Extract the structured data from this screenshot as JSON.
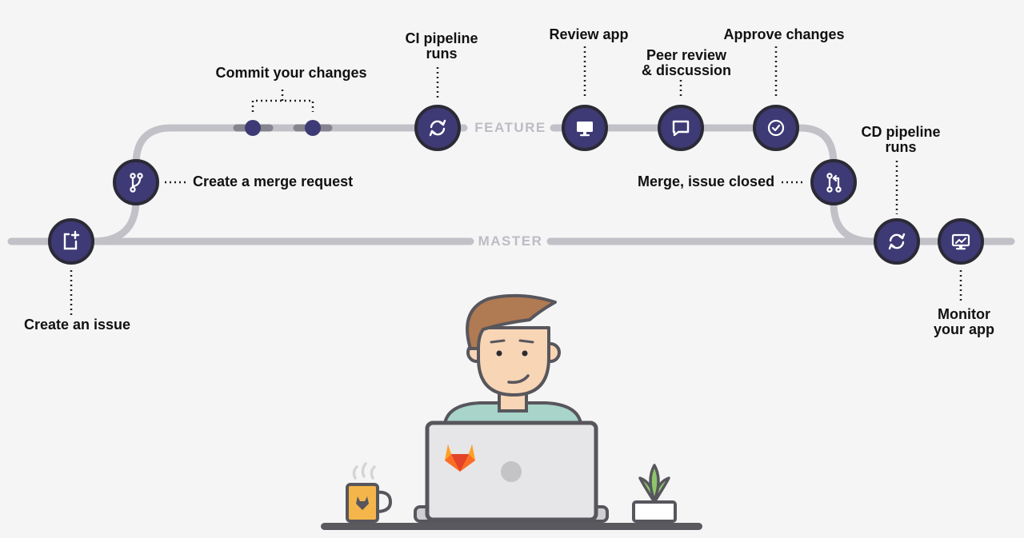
{
  "tracks": {
    "feature_label": "FEATURE",
    "master_label": "MASTER"
  },
  "steps": {
    "create_issue": "Create an issue",
    "create_mr": "Create a merge request",
    "commit_changes": "Commit your changes",
    "ci_pipeline": "CI pipeline\nruns",
    "review_app": "Review app",
    "peer_review": "Peer review\n& discussion",
    "approve_changes": "Approve changes",
    "merge_closed": "Merge, issue closed",
    "cd_pipeline": "CD pipeline\nruns",
    "monitor_app": "Monitor\nyour app"
  },
  "icons": {
    "create_issue": "issue-new-icon",
    "create_mr": "branch-icon",
    "ci_pipeline": "pipeline-refresh-icon",
    "review_app": "monitor-icon",
    "peer_review": "comment-icon",
    "approve_changes": "check-circle-icon",
    "merge_closed": "merge-request-icon",
    "cd_pipeline": "pipeline-refresh-icon",
    "monitor_app": "monitor-chart-icon"
  },
  "colors": {
    "node_fill": "#3e3a75",
    "node_ring": "#2b2a36",
    "track": "#c2c1c8",
    "background": "#f5f5f5",
    "label_text": "#111111"
  }
}
